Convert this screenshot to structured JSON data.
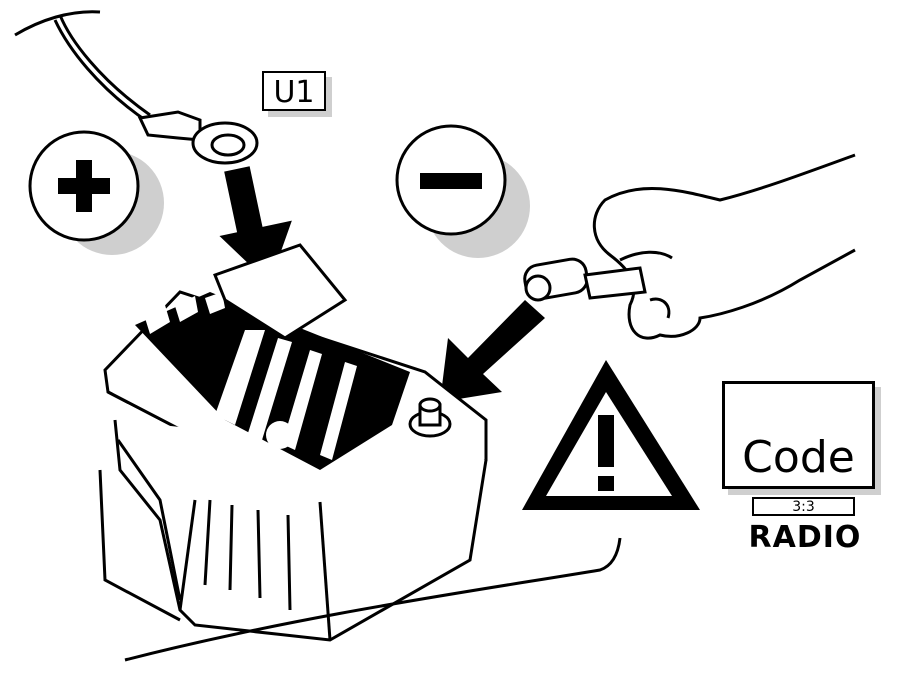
{
  "labels": {
    "component_code": "U1",
    "radio_display_word": "Code",
    "radio_counter": "3:3",
    "radio_caption": "RADIO"
  },
  "symbols": {
    "positive": "plus-icon",
    "negative": "minus-icon",
    "warning": "warning-triangle-icon",
    "radio": "radio-unit-icon"
  },
  "colors": {
    "line": "#000000",
    "shadow": "#cfcfcf",
    "background": "#ffffff"
  }
}
